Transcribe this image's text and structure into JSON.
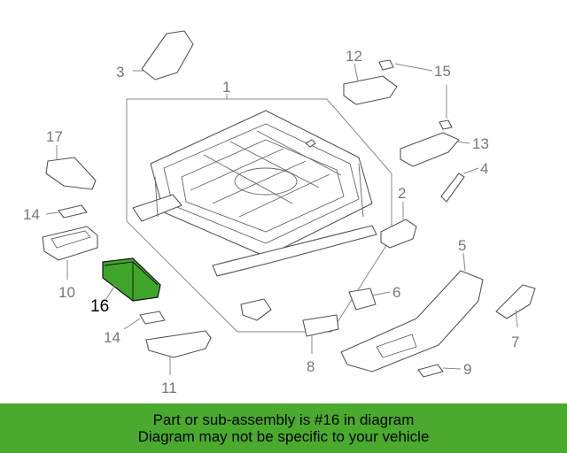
{
  "diagram": {
    "callouts": [
      "1",
      "2",
      "3",
      "4",
      "5",
      "6",
      "7",
      "8",
      "9",
      "10",
      "11",
      "12",
      "13",
      "14",
      "14",
      "15",
      "16",
      "17"
    ],
    "highlighted_part": "16",
    "highlight_color": "#3fa52a"
  },
  "banner": {
    "line1": "Part or sub-assembly is #16 in diagram",
    "line2": "Diagram may not be specific to your vehicle",
    "background": "#4aaa2d"
  }
}
